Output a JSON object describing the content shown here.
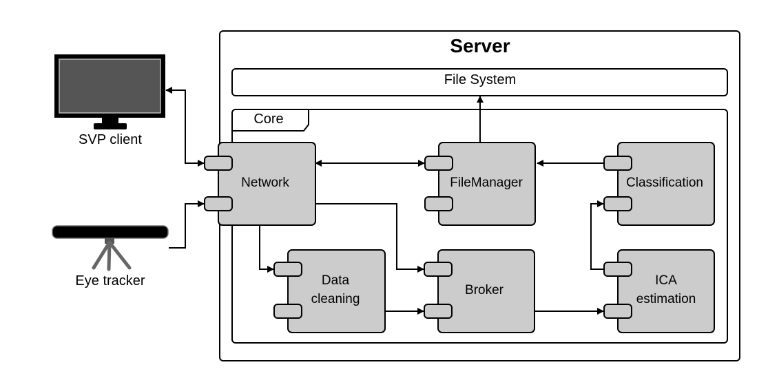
{
  "server": {
    "title": "Server"
  },
  "file_system": {
    "label": "File System"
  },
  "core": {
    "label": "Core"
  },
  "external": {
    "svp_client": "SVP client",
    "eye_tracker": "Eye tracker"
  },
  "components": {
    "network": "Network",
    "file_manager": "FileManager",
    "classification": "Classification",
    "data_cleaning": [
      "Data",
      "cleaning"
    ],
    "broker": "Broker",
    "ica_estimation": [
      "ICA",
      "estimation"
    ]
  },
  "colors": {
    "component_fill": "#cccccc",
    "stroke": "#000000",
    "monitor_screen": "#555555"
  }
}
